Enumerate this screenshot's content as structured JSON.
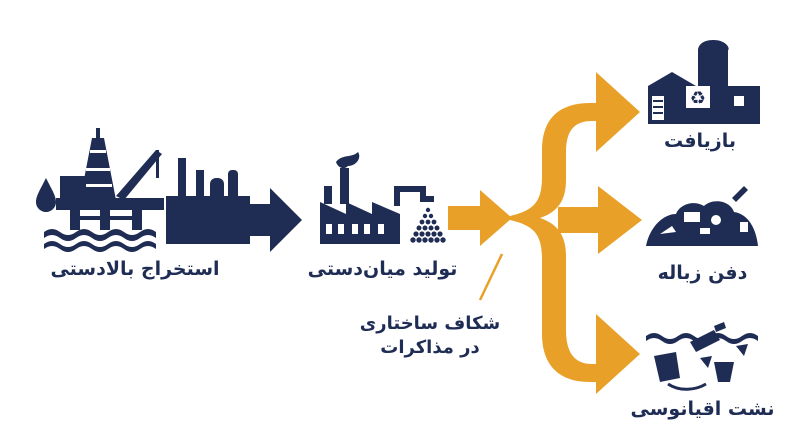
{
  "diagram": {
    "stages": {
      "upstream": "استخراج بالادستی",
      "midstream": "تولید میان‌دستی",
      "recycling": "بازیافت",
      "landfill": "دفن زباله",
      "ocean_leakage": "نشت اقیانوسی"
    },
    "gap_label": "شکاف ساختاری در مذاکرات",
    "colors": {
      "navy": "#1f2d55",
      "orange": "#e8a028",
      "white": "#ffffff"
    },
    "icons": [
      "oil-rig-icon",
      "refinery-icon",
      "factory-icon",
      "pellets-icon",
      "recycling-plant-icon",
      "landfill-icon",
      "ocean-plastic-icon"
    ]
  }
}
